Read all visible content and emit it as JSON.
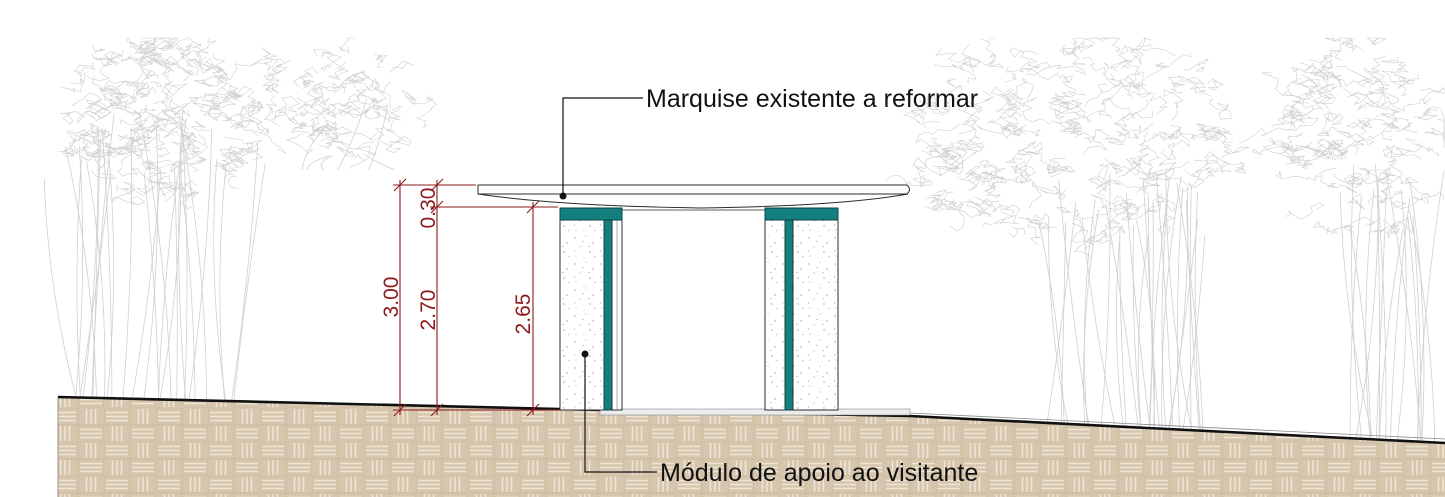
{
  "callouts": {
    "canopy": "Marquise existente a reformar",
    "module": "Módulo de apoio ao visitante"
  },
  "dimensions": {
    "total_height": "3.00",
    "canopy_thickness": "0.30",
    "clear_height": "2.70",
    "module_height": "2.65"
  },
  "colors": {
    "dimension": "#8b1a1a",
    "structure": "#137f7f",
    "soil": "#d6c6ad",
    "soil_lines": "#eee5d6",
    "vegetation": "#cfcfcf"
  }
}
